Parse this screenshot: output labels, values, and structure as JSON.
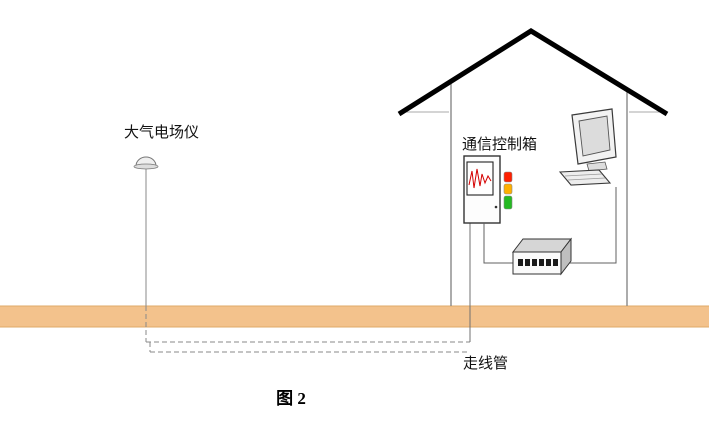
{
  "figure": {
    "caption": "图 2",
    "labels": {
      "field_meter": "大气电场仪",
      "control_box": "通信控制箱",
      "conduit": "走线管"
    },
    "colors": {
      "ground": "#F3C28C",
      "ground_edge": "#DFA967",
      "roof": "#000000",
      "outline": "#808080",
      "cable": "#8A8A8A",
      "indicator_red": "#FF2000",
      "indicator_yellow": "#FFB000",
      "indicator_green": "#25B922",
      "waveform": "#D40000"
    }
  }
}
